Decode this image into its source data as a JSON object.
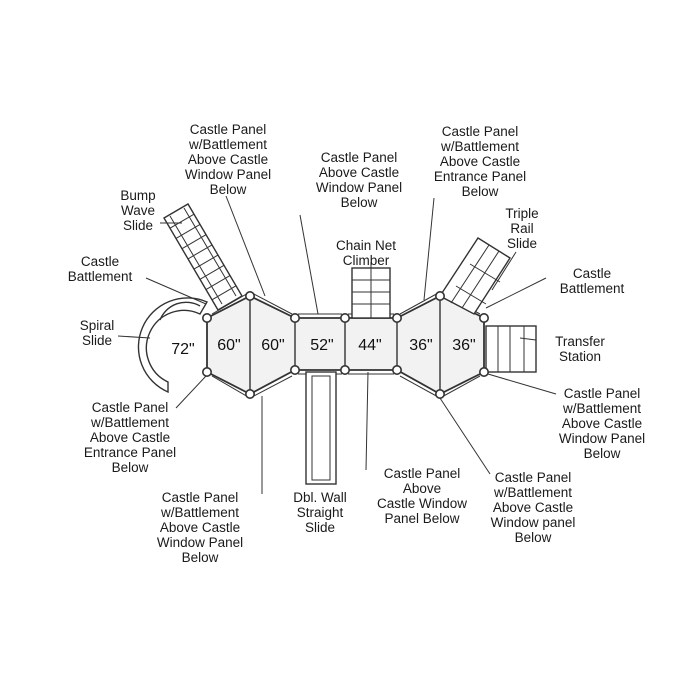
{
  "colors": {
    "line": "#333333",
    "deck": "#f2f2f2",
    "text": "#1a1a1a",
    "background": "#ffffff"
  },
  "decks": [
    {
      "id": "deck-72",
      "height": "72\""
    },
    {
      "id": "deck-60a",
      "height": "60\""
    },
    {
      "id": "deck-60b",
      "height": "60\""
    },
    {
      "id": "deck-52",
      "height": "52\""
    },
    {
      "id": "deck-44",
      "height": "44\""
    },
    {
      "id": "deck-36a",
      "height": "36\""
    },
    {
      "id": "deck-36b",
      "height": "36\""
    }
  ],
  "labels": {
    "panel_top_left": "Castle Panel\nw/Battlement\nAbove Castle\nWindow Panel\nBelow",
    "bump_wave_slide": "Bump\nWave\nSlide",
    "battlement_left": "Castle\nBattlement",
    "spiral_slide": "Spiral\nSlide",
    "panel_top_center": "Castle Panel\nAbove Castle\nWindow Panel\nBelow",
    "chain_net_climber": "Chain Net\nClimber",
    "panel_top_right": "Castle Panel\nw/Battlement\nAbove Castle\nEntrance Panel\nBelow",
    "triple_rail_slide": "Triple\nRail\nSlide",
    "battlement_right": "Castle\nBattlement",
    "transfer_station": "Transfer\nStation",
    "panel_right": "Castle Panel\nw/Battlement\nAbove Castle\nWindow Panel\nBelow",
    "panel_left_entrance": "Castle Panel\nw/Battlement\nAbove Castle\nEntrance Panel\nBelow",
    "panel_bottom_left": "Castle Panel\nw/Battlement\nAbove Castle\nWindow Panel\nBelow",
    "dbl_wall_slide": "Dbl. Wall\nStraight\nSlide",
    "panel_bottom_center": "Castle Panel\nAbove\nCastle Window\nPanel Below",
    "panel_bottom_right": "Castle Panel\nw/Battlement\nAbove Castle\nWindow panel\nBelow"
  }
}
